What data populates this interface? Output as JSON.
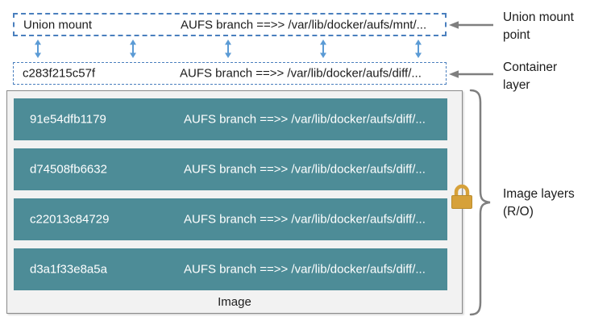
{
  "colors": {
    "teal": "#4d8c97",
    "dash_blue": "#4a7fbe",
    "arrow_blue": "#5b9bd5",
    "gray": "#7f7f7f",
    "box_bg": "#f2f2f2",
    "lock_gold": "#d6a13a",
    "lock_border": "#bb8c2c",
    "text_dark": "#1c1c1c",
    "text_white": "#ffffff"
  },
  "union_mount": {
    "label": "Union mount",
    "branch": "AUFS branch ==>> /var/lib/docker/aufs/mnt/..."
  },
  "container_layer": {
    "id": "c283f215c57f",
    "branch": "AUFS branch ==>> /var/lib/docker/aufs/diff/..."
  },
  "layers": [
    {
      "id": "91e54dfb1179",
      "branch": "AUFS branch ==>> /var/lib/docker/aufs/diff/..."
    },
    {
      "id": "d74508fb6632",
      "branch": "AUFS branch ==>> /var/lib/docker/aufs/diff/..."
    },
    {
      "id": "c22013c84729",
      "branch": "AUFS branch ==>> /var/lib/docker/aufs/diff/..."
    },
    {
      "id": "d3a1f33e8a5a",
      "branch": "AUFS branch ==>> /var/lib/docker/aufs/diff/..."
    }
  ],
  "image_caption": "Image",
  "annotations": {
    "union_mount_point": {
      "line1": "Union mount",
      "line2": "point"
    },
    "container_layer": {
      "line1": "Container",
      "line2": "layer"
    },
    "image_layers": {
      "line1": "Image layers",
      "line2": "(R/O)"
    }
  },
  "icons": {
    "lock": "lock-icon",
    "up_down_arrow": "up-down-arrow-icon",
    "left_arrow": "left-arrow-icon",
    "brace": "right-curly-brace"
  }
}
